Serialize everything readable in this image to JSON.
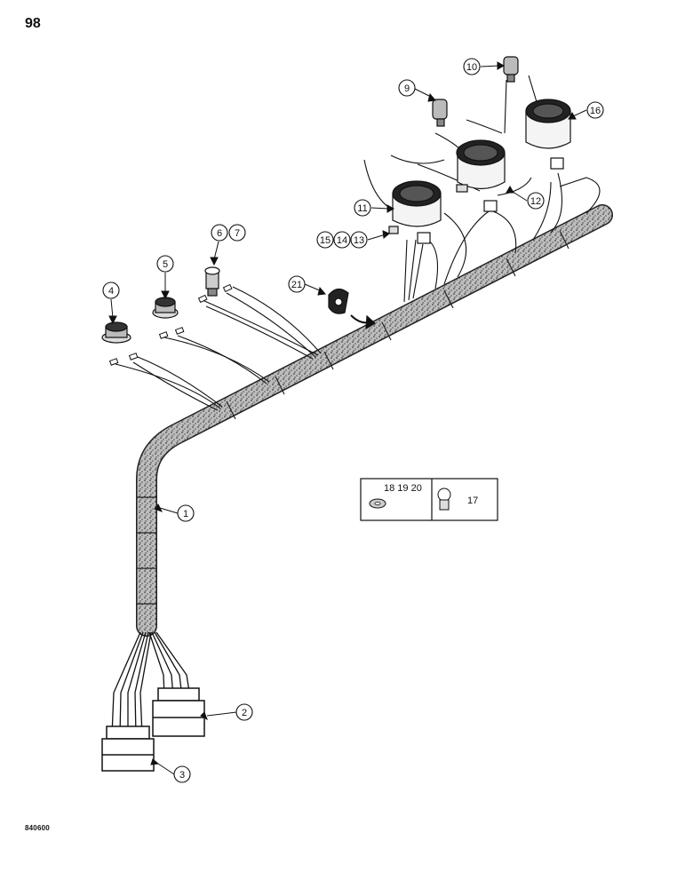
{
  "page": {
    "number": "98",
    "figure_code": "840600"
  },
  "callouts": {
    "c1": "1",
    "c2": "2",
    "c3": "3",
    "c4": "4",
    "c5": "5",
    "c6": "6",
    "c7": "7",
    "c9": "9",
    "c10": "10",
    "c11": "11",
    "c12": "12",
    "c13": "13",
    "c14": "14",
    "c15": "15",
    "c16": "16",
    "c21": "21"
  },
  "inset": {
    "left_label": "18 19 20",
    "right_label": "17"
  }
}
